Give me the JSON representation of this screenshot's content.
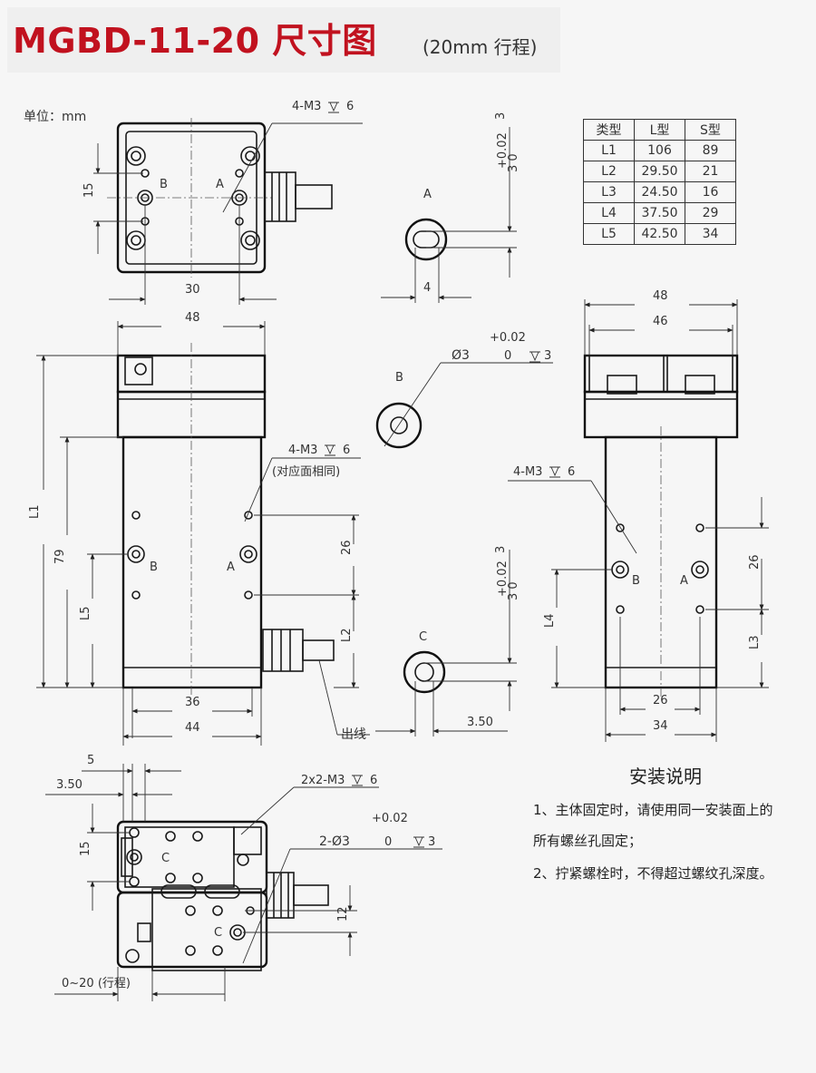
{
  "header": {
    "title": "MGBD-11-20 尺寸图",
    "subtitle": "(20mm 行程)"
  },
  "unit_label": "单位：mm",
  "spec_table": {
    "headers": [
      "类型",
      "L型",
      "S型"
    ],
    "rows": [
      [
        "L1",
        "106",
        "89"
      ],
      [
        "L2",
        "29.50",
        "21"
      ],
      [
        "L3",
        "24.50",
        "16"
      ],
      [
        "L4",
        "37.50",
        "29"
      ],
      [
        "L5",
        "42.50",
        "34"
      ]
    ]
  },
  "labels": {
    "hole_4m3": "4-M3",
    "depth_6": "6",
    "same_opposite": "(对应面相同)",
    "hole_2x2m3": "2x2-M3",
    "hole_2phi3": "2-Ø3",
    "phi3": "Ø3",
    "zero": "0",
    "tol_plus": "+0.02",
    "tol_vertical": "+0.02",
    "tol_vertical_zero": "3  0",
    "depth_3": "3",
    "cable_out": "出线",
    "stroke_range": "0~20 (行程)",
    "A": "A",
    "B": "B",
    "C": "C",
    "L1": "L1",
    "L2": "L2",
    "L3": "L3",
    "L4": "L4",
    "L5": "L5"
  },
  "dimensions": {
    "d15": "15",
    "d30": "30",
    "d4": "4",
    "d48": "48",
    "d46": "46",
    "d79": "79",
    "d26": "26",
    "d36": "36",
    "d44": "44",
    "d26b": "26",
    "d34": "34",
    "d3_50": "3.50",
    "d5": "5",
    "d12": "12"
  },
  "install": {
    "title": "安装说明",
    "note1_line1": "1、主体固定时，请使用同一安装面上的",
    "note1_line2": "所有螺丝孔固定；",
    "note2": "2、拧紧螺栓时，不得超过螺纹孔深度。"
  }
}
